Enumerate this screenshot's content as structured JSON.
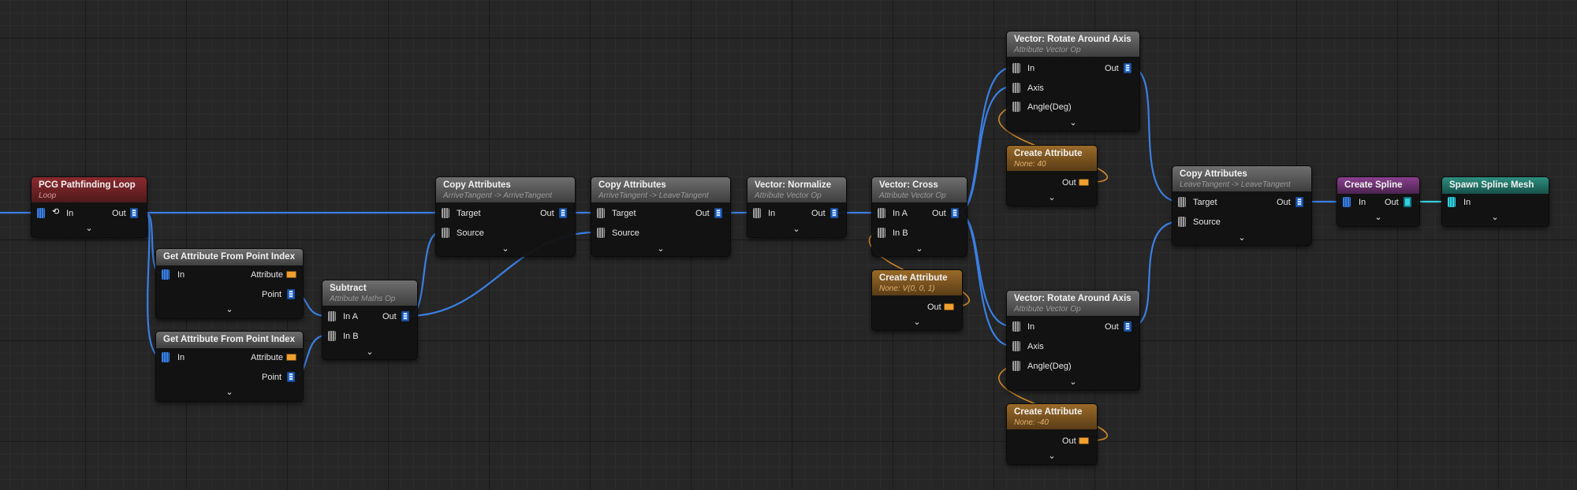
{
  "nodes": {
    "pathfinding": {
      "title": "PCG Pathfinding Loop",
      "subtitle": "Loop",
      "in": "In",
      "out": "Out"
    },
    "get_attr_1": {
      "title": "Get Attribute From Point Index",
      "in": "In",
      "attribute": "Attribute",
      "point": "Point"
    },
    "get_attr_2": {
      "title": "Get Attribute From Point Index",
      "in": "In",
      "attribute": "Attribute",
      "point": "Point"
    },
    "subtract": {
      "title": "Subtract",
      "subtitle": "Attribute Maths Op",
      "in_a": "In A",
      "in_b": "In B",
      "out": "Out"
    },
    "copy_1": {
      "title": "Copy Attributes",
      "subtitle": "ArriveTangent -> ArriveTangent",
      "target": "Target",
      "source": "Source",
      "out": "Out"
    },
    "copy_2": {
      "title": "Copy Attributes",
      "subtitle": "ArriveTangent -> LeaveTangent",
      "target": "Target",
      "source": "Source",
      "out": "Out"
    },
    "normalize": {
      "title": "Vector: Normalize",
      "subtitle": "Attribute Vector Op",
      "in": "In",
      "out": "Out"
    },
    "cross": {
      "title": "Vector: Cross",
      "subtitle": "Attribute Vector Op",
      "in_a": "In A",
      "in_b": "In B",
      "out": "Out"
    },
    "create_v001": {
      "title": "Create Attribute",
      "subtitle": "None: V(0, 0, 1)",
      "out": "Out"
    },
    "rotate_1": {
      "title": "Vector: Rotate Around Axis",
      "subtitle": "Attribute Vector Op",
      "in": "In",
      "axis": "Axis",
      "angle": "Angle(Deg)",
      "out": "Out"
    },
    "create_40": {
      "title": "Create Attribute",
      "subtitle": "None: 40",
      "out": "Out"
    },
    "rotate_2": {
      "title": "Vector: Rotate Around Axis",
      "subtitle": "Attribute Vector Op",
      "in": "In",
      "axis": "Axis",
      "angle": "Angle(Deg)",
      "out": "Out"
    },
    "create_m40": {
      "title": "Create Attribute",
      "subtitle": "None: -40",
      "out": "Out"
    },
    "copy_3": {
      "title": "Copy Attributes",
      "subtitle": "LeaveTangent -> LeaveTangent",
      "target": "Target",
      "source": "Source",
      "out": "Out"
    },
    "create_spline": {
      "title": "Create Spline",
      "in": "In",
      "out": "Out"
    },
    "spawn_spline_mesh": {
      "title": "Spawn Spline Mesh",
      "in": "In"
    }
  },
  "icons": {
    "expand": "chevron-down-icon",
    "loop": "loop-icon",
    "pin": "pin-icon"
  },
  "colors": {
    "wire_blue": "#3b7fe3",
    "wire_orange": "#d08a2a",
    "wire_cyan": "#35d0e0",
    "bg": "#262626"
  }
}
